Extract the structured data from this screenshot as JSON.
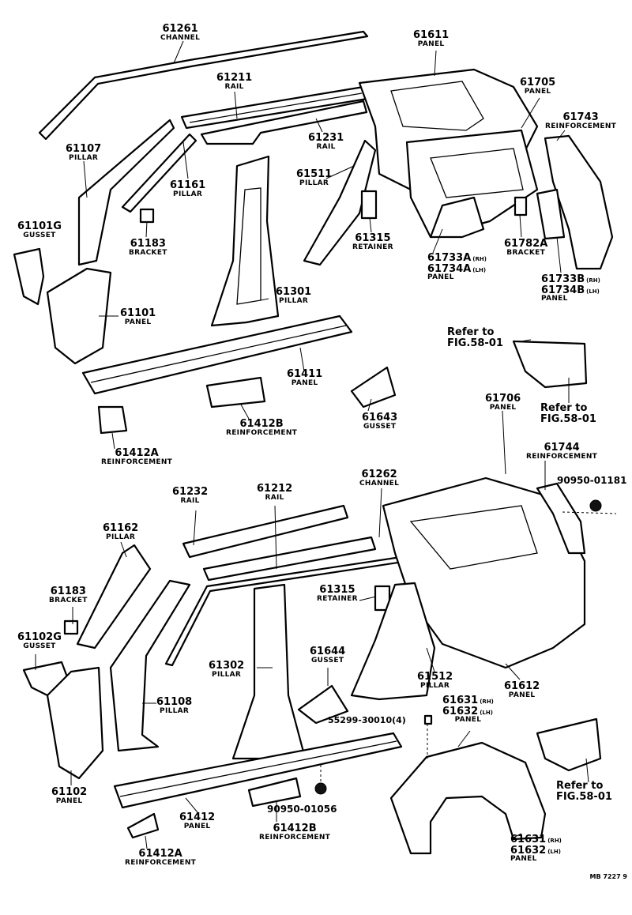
{
  "callouts": {
    "p61261": {
      "number": "61261",
      "name": "CHANNEL"
    },
    "p61611": {
      "number": "61611",
      "name": "PANEL"
    },
    "p61211": {
      "number": "61211",
      "name": "RAIL"
    },
    "p61231": {
      "number": "61231",
      "name": "RAIL"
    },
    "p61705": {
      "number": "61705",
      "name": "PANEL"
    },
    "p61743": {
      "number": "61743",
      "name": "REINFORCEMENT"
    },
    "p61107": {
      "number": "61107",
      "name": "PILLAR"
    },
    "p61161": {
      "number": "61161",
      "name": "PILLAR"
    },
    "p61511": {
      "number": "61511",
      "name": "PILLAR"
    },
    "p61101g": {
      "number": "61101G",
      "name": "GUSSET"
    },
    "p61183a": {
      "number": "61183",
      "name": "BRACKET"
    },
    "p61315a": {
      "number": "61315",
      "name": "RETAINER"
    },
    "p61733a": {
      "number1": "61733A",
      "side1": "(RH)",
      "number2": "61734A",
      "side2": "(LH)",
      "name": "PANEL"
    },
    "p61782a": {
      "number": "61782A",
      "name": "BRACKET"
    },
    "p61733b": {
      "number1": "61733B",
      "side1": "(RH)",
      "number2": "61734B",
      "side2": "(LH)",
      "name": "PANEL"
    },
    "p61301": {
      "number": "61301",
      "name": "PILLAR"
    },
    "p61101": {
      "number": "61101",
      "name": "PANEL"
    },
    "p61411": {
      "number": "61411",
      "name": "PANEL"
    },
    "p61412b_a": {
      "number": "61412B",
      "name": "REINFORCEMENT"
    },
    "p61643": {
      "number": "61643",
      "name": "GUSSET"
    },
    "p61412a_a": {
      "number": "61412A",
      "name": "REINFORCEMENT"
    },
    "p61706": {
      "number": "61706",
      "name": "PANEL"
    },
    "p61744": {
      "number": "61744",
      "name": "REINFORCEMENT"
    },
    "p90950_01181": {
      "number": "90950-01181"
    },
    "p61262": {
      "number": "61262",
      "name": "CHANNEL"
    },
    "p61232": {
      "number": "61232",
      "name": "RAIL"
    },
    "p61212": {
      "number": "61212",
      "name": "RAIL"
    },
    "p61162": {
      "number": "61162",
      "name": "PILLAR"
    },
    "p61183b": {
      "number": "61183",
      "name": "BRACKET"
    },
    "p61315b": {
      "number": "61315",
      "name": "RETAINER"
    },
    "p61102g": {
      "number": "61102G",
      "name": "GUSSET"
    },
    "p61302": {
      "number": "61302",
      "name": "PILLAR"
    },
    "p61644": {
      "number": "61644",
      "name": "GUSSET"
    },
    "p61512": {
      "number": "61512",
      "name": "PILLAR"
    },
    "p61612": {
      "number": "61612",
      "name": "PANEL"
    },
    "p61108": {
      "number": "61108",
      "name": "PILLAR"
    },
    "p55299": {
      "number": "55299-30010(4)"
    },
    "p61631a": {
      "number1": "61631",
      "side1": "(RH)",
      "number2": "61632",
      "side2": "(LH)",
      "name": "PANEL"
    },
    "p61102": {
      "number": "61102",
      "name": "PANEL"
    },
    "p61412": {
      "number": "61412",
      "name": "PANEL"
    },
    "p90950_01056": {
      "number": "90950-01056"
    },
    "p61412b_b": {
      "number": "61412B",
      "name": "REINFORCEMENT"
    },
    "p61412a_b": {
      "number": "61412A",
      "name": "REINFORCEMENT"
    },
    "p61631b": {
      "number1": "61631",
      "side1": "(RH)",
      "number2": "61632",
      "side2": "(LH)",
      "name": "PANEL"
    }
  },
  "references": {
    "ref1": {
      "line1": "Refer to",
      "line2": "FIG.58-01"
    },
    "ref2": {
      "line1": "Refer to",
      "line2": "FIG.58-01"
    },
    "ref3": {
      "line1": "Refer to",
      "line2": "FIG.58-01"
    }
  },
  "footer": {
    "code": "MB 7227 9"
  }
}
